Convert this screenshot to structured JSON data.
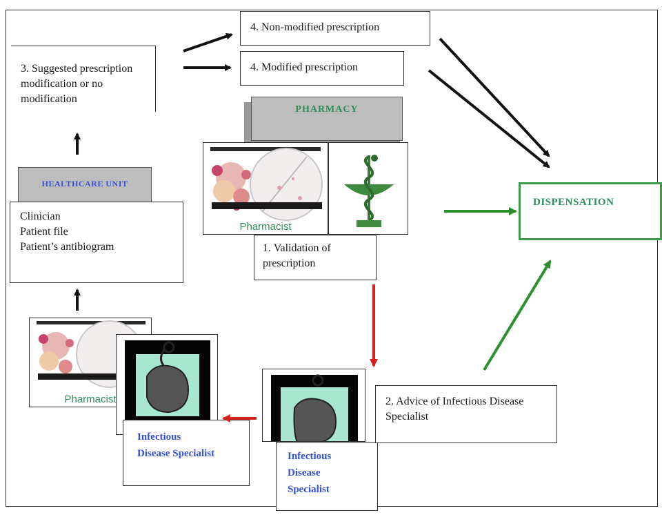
{
  "step3": {
    "text": "3. Suggested prescription modification or no modification"
  },
  "step4a": {
    "text": "4. Non-modified prescription"
  },
  "step4b": {
    "text": "4. Modified prescription"
  },
  "pharmacy": {
    "label": "PHARMACY"
  },
  "healthcare": {
    "label": "HEALTHCARE UNIT",
    "lines": [
      "Clinician",
      "Patient file",
      "Patient’s antibiogram"
    ]
  },
  "pharmacist_label": "Pharmacist",
  "step1": {
    "text": "1. Validation of prescription"
  },
  "dispensation": {
    "label": "DISPENSATION"
  },
  "step2": {
    "text": "2. Advice of Infectious Disease Specialist"
  },
  "ids_left": {
    "line1": "Infectious",
    "line2": "Disease Specialist"
  },
  "ids_right": {
    "line1": "Infectious",
    "line2": "Disease",
    "line3": "Specialist"
  },
  "colors": {
    "black": "#111111",
    "green": "#2e8f2e",
    "red": "#d62020",
    "gray": "#bdbdbd",
    "blue": "#3550d6",
    "teal": "#2e8f5a"
  }
}
